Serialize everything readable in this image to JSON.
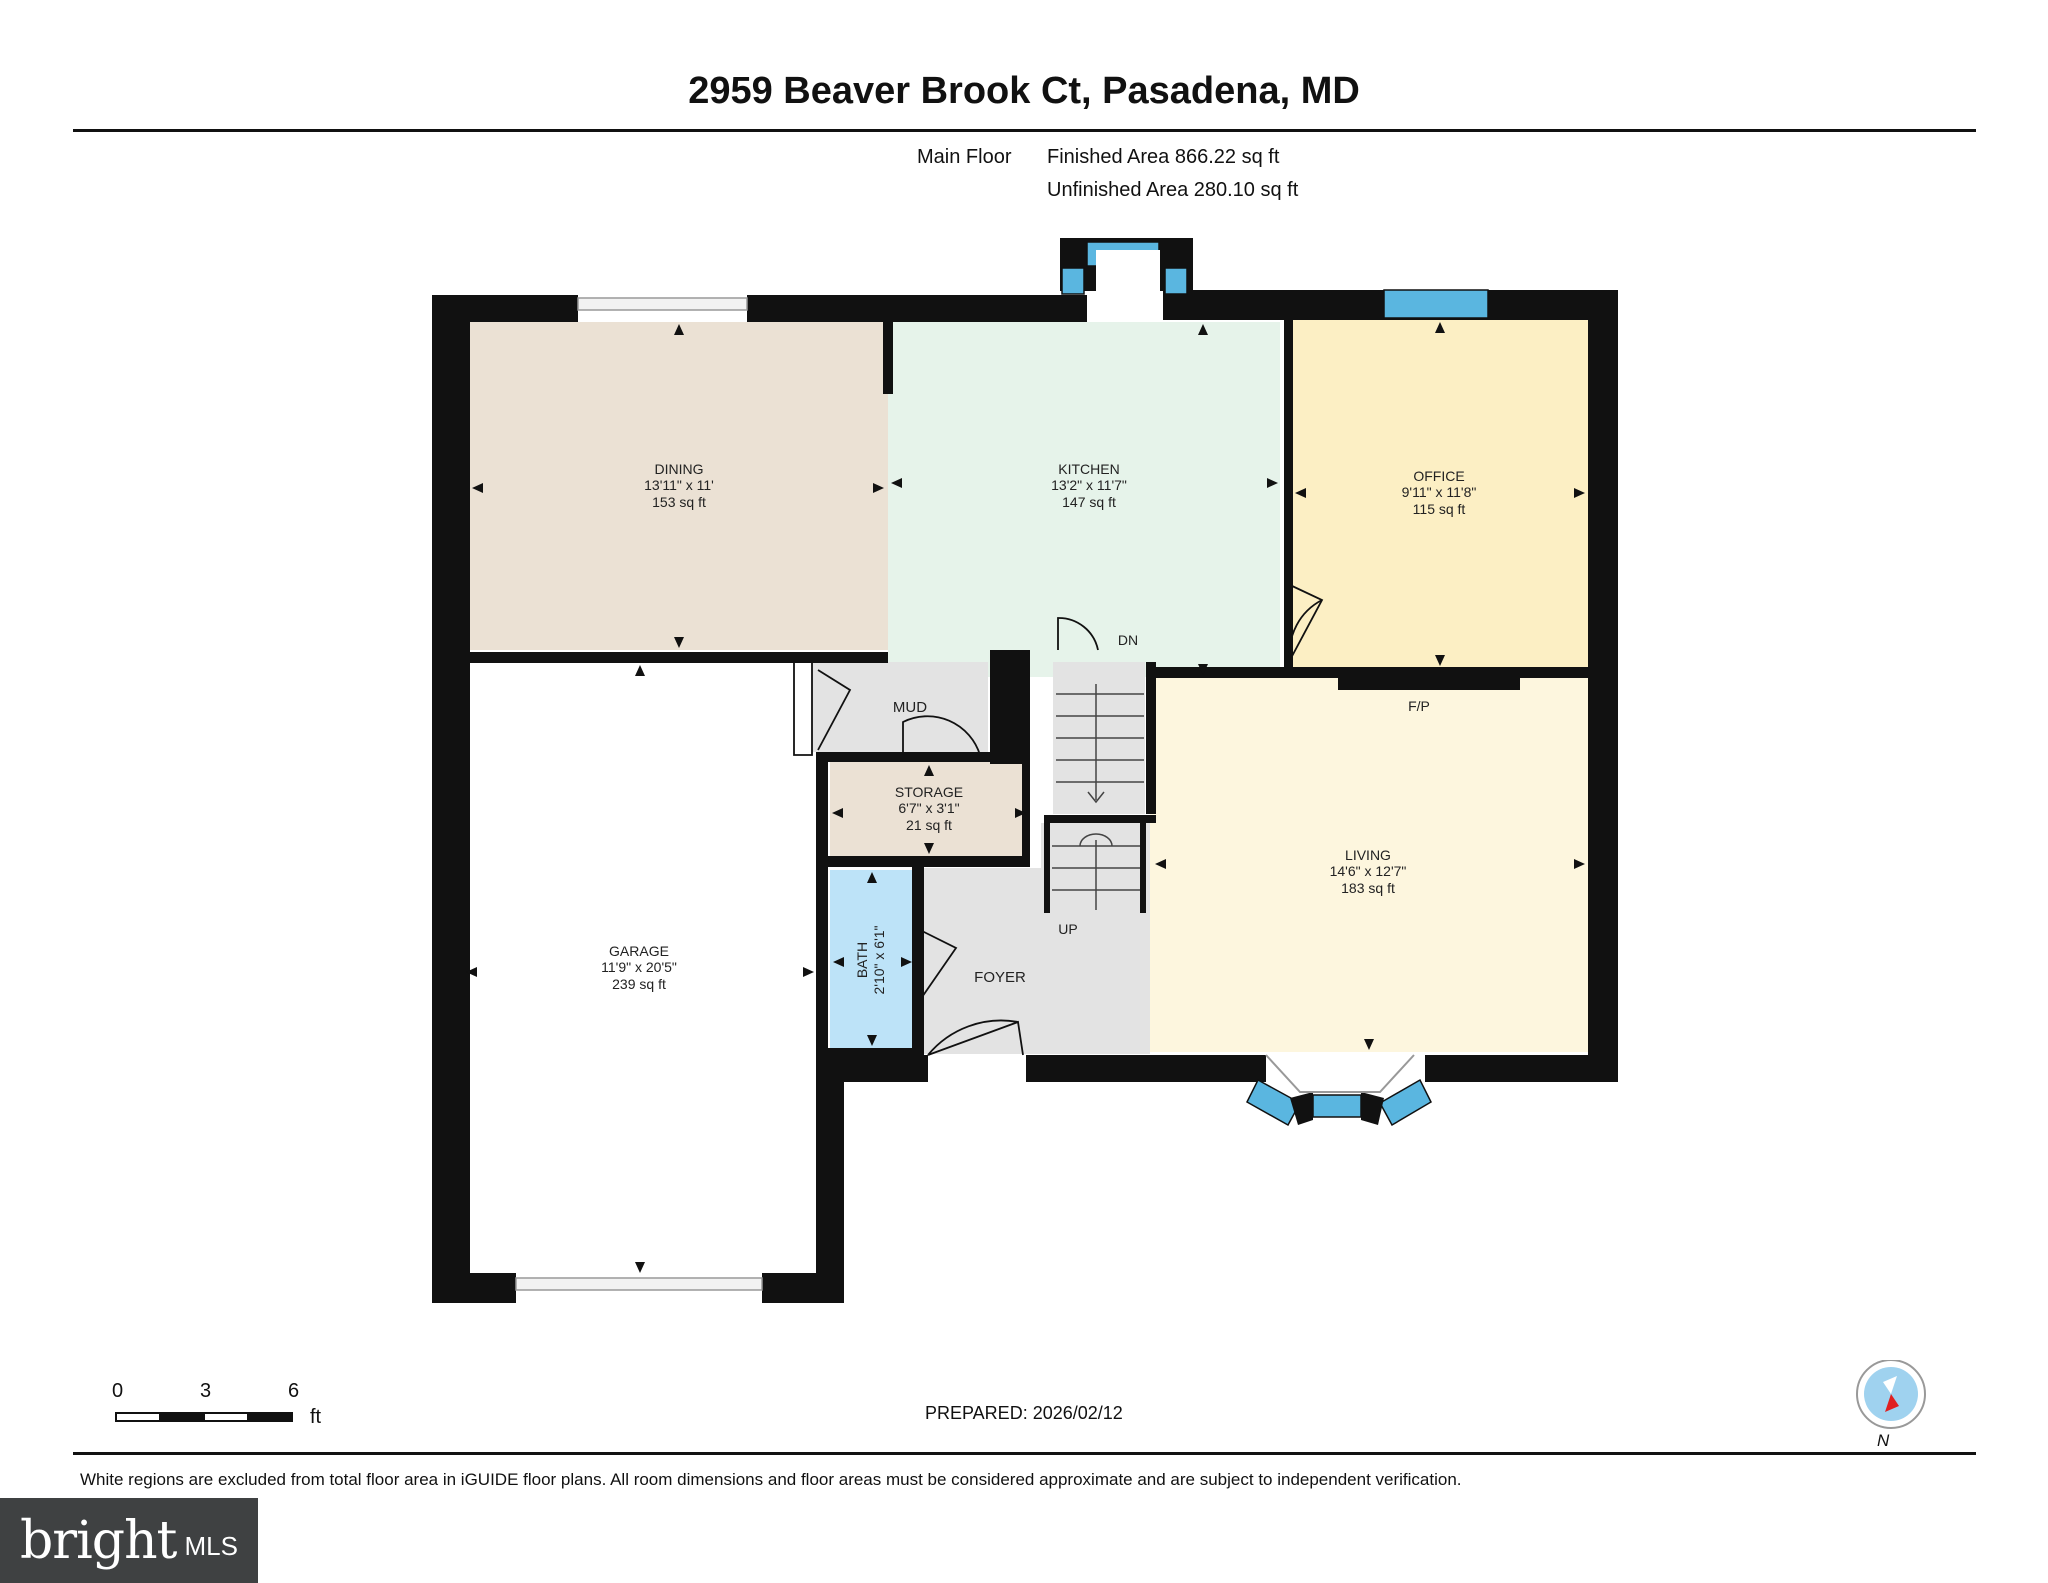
{
  "title": "2959 Beaver Brook Ct, Pasadena, MD",
  "floor": {
    "label": "Main Floor",
    "finished_area": "Finished Area 866.22 sq ft",
    "unfinished_area": "Unfinished Area 280.10 sq ft"
  },
  "rooms": {
    "dining": {
      "name": "DINING",
      "dims": "13'11\" x 11'",
      "area": "153 sq ft"
    },
    "kitchen": {
      "name": "KITCHEN",
      "dims": "13'2\" x 11'7\"",
      "area": "147 sq ft"
    },
    "office": {
      "name": "OFFICE",
      "dims": "9'11\" x 11'8\"",
      "area": "115 sq ft"
    },
    "garage": {
      "name": "GARAGE",
      "dims": "11'9\" x 20'5\"",
      "area": "239 sq ft"
    },
    "storage": {
      "name": "STORAGE",
      "dims": "6'7\" x 3'1\"",
      "area": "21 sq ft"
    },
    "living": {
      "name": "LIVING",
      "dims": "14'6\" x 12'7\"",
      "area": "183 sq ft"
    },
    "bath": {
      "name": "BATH",
      "dims": "2'10\" x 6'1\""
    },
    "mud": {
      "name": "MUD"
    },
    "foyer": {
      "name": "FOYER"
    }
  },
  "labels": {
    "dn": "DN",
    "up": "UP",
    "fp": "F/P"
  },
  "scale": {
    "ticks": [
      "0",
      "3",
      "6"
    ],
    "unit": "ft"
  },
  "prepared": "PREPARED: 2026/02/12",
  "compass": {
    "label": "N"
  },
  "disclaimer": "White regions are excluded from total floor area in iGUIDE floor plans. All room dimensions and floor areas must be considered approximate and are subject to independent verification.",
  "branding": {
    "main": "bright",
    "suffix": "MLS"
  },
  "colors": {
    "dining": "#ebe1d4",
    "kitchen": "#e6f3ea",
    "office": "#fcefc4",
    "living": "#fdf6de",
    "storage": "#ebe1d4",
    "bath": "#bde3f8",
    "unfinished": "#e3e3e3",
    "window": "#5ab6e0",
    "wall": "#111111"
  }
}
